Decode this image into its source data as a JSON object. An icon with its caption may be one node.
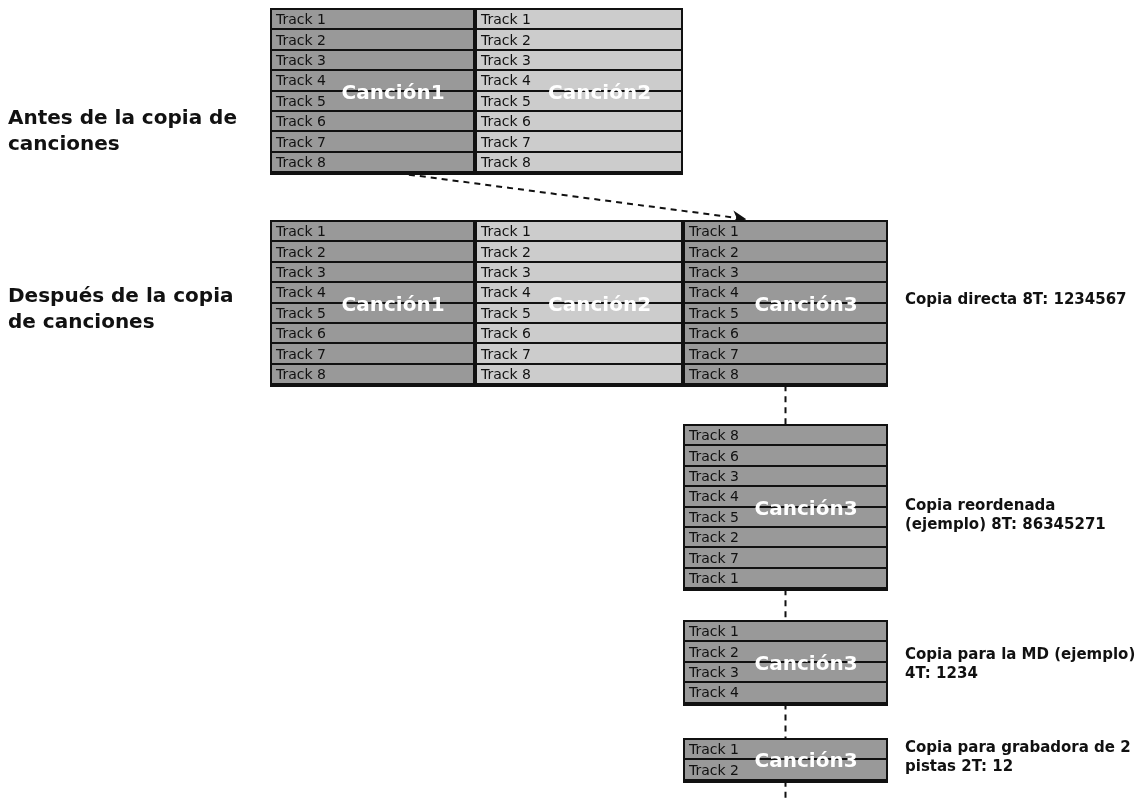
{
  "diagram": {
    "nodes": [
      {
        "text": [
          "Track 1",
          "Track 2",
          "Track 3",
          "Track 4",
          "Track 5",
          "Track 6",
          "Track 7",
          "Track 8",
          "Canción1"
        ]
      },
      {
        "text": [
          "Track 1",
          "Track 2",
          "Track 3",
          "Track 4",
          "Track 5",
          "Track 6",
          "Track 7",
          "Track 8",
          "Canción2"
        ]
      },
      {
        "text": [
          "Track 1",
          "Track 2",
          "Track 3",
          "Track 4",
          "Track 5",
          "Track 6",
          "Track 7",
          "Track 8",
          "Canción1"
        ]
      },
      {
        "text": [
          "Track 1",
          "Track 2",
          "Track 3",
          "Track 4",
          "Track 5",
          "Track 6",
          "Track 7",
          "Track 8",
          "Canción2"
        ]
      },
      {
        "text": [
          "Track 1",
          "Track 2",
          "Track 3",
          "Track 4",
          "Track 5",
          "Track 6",
          "Track 7",
          "Track 8",
          "Canción3"
        ],
        "beside": [
          "Copia directa 8T: 1234567"
        ]
      },
      {
        "text": [
          "Track 8",
          "Track 6",
          "Track 3",
          "Track 4",
          "Track 5",
          "Track 2",
          "Track 7",
          "Track 1",
          "Canción3"
        ],
        "beside": [
          "Copia reordenada (ejemplo) 8T: 86345271"
        ]
      },
      {
        "text": [
          "Track 1",
          "Track 2",
          "Track 3",
          "Track 4",
          "Canción3"
        ],
        "beside": [
          "Copia para la MD (ejemplo) 4T: 1234"
        ]
      },
      {
        "text": [
          "Track 1",
          "Track 2",
          "Canción3"
        ],
        "beside": [
          "Copia para grabadora de 2 pistas 2T: 12"
        ]
      }
    ],
    "edges": [
      {
        "from": 0,
        "to": 4,
        "arrow": "to",
        "style": "dashed"
      },
      {
        "from": 4,
        "to": 5,
        "arrow": "none",
        "style": "dashed"
      },
      {
        "from": 5,
        "to": 6,
        "arrow": "none",
        "style": "dashed"
      },
      {
        "from": 6,
        "to": 7,
        "arrow": "none",
        "style": "dashed"
      },
      {
        "from": 7,
        "to": null,
        "arrow": "none",
        "style": "dashed"
      }
    ],
    "labels": [
      "Antes de la copia de canciones",
      "Después de la copia de canciones"
    ]
  }
}
